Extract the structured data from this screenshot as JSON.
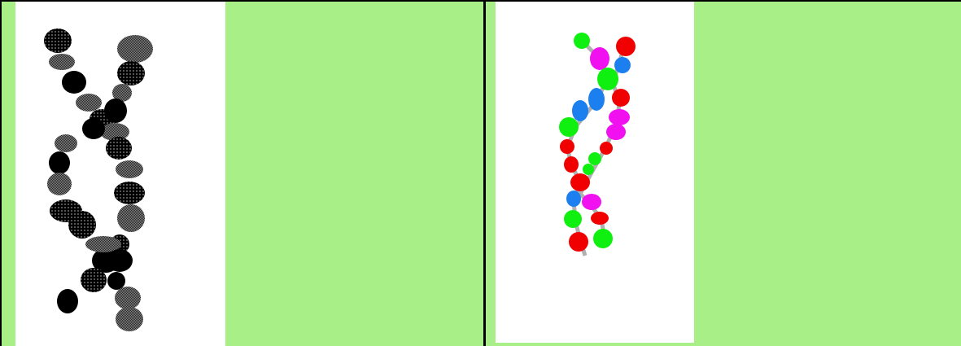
{
  "page": {
    "cells": [
      {
        "id": "left",
        "picture": "bw-dna-double-helix-pattern-fills"
      },
      {
        "id": "right",
        "picture": "color-dna-double-helix"
      }
    ]
  },
  "colors": {
    "cell_background": "#a8ef88",
    "picture_background": "#ffffff",
    "border": "#000000",
    "left_strand_dark": "#000000",
    "left_strand_checker": "#777777",
    "right_green": "#10f010",
    "right_red": "#f00000",
    "right_blue": "#1c7ff0",
    "right_magenta": "#f010f0",
    "right_backbone": "#b0b0b0"
  },
  "icons": {
    "left": "dna-helix-monochrome-icon",
    "right": "dna-helix-color-icon"
  }
}
